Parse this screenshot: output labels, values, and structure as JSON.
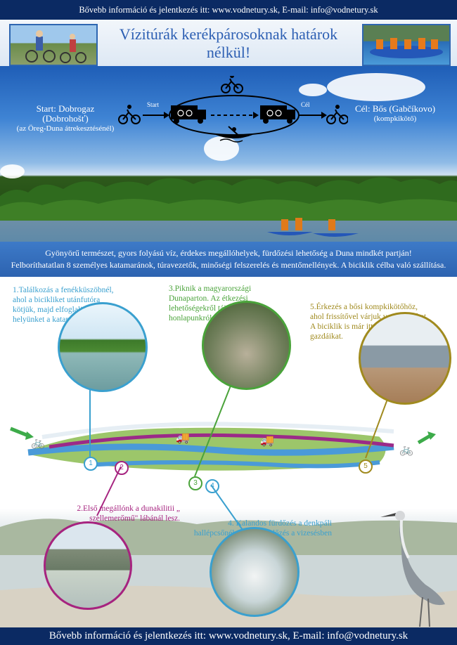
{
  "top_banner": {
    "text": "Bővebb információ és jelentkezés itt: www.vodnetury.sk, E-mail: info@vodnetury.sk"
  },
  "header": {
    "headline": "Vízitúrák kerékpárosoknak határok nélkül!"
  },
  "route": {
    "start_label": "Start:  Dobrogaz (Dobrohošť)",
    "start_sub": "(az Öreg-Duna átrekesztésénél)",
    "arrow_start": "Start",
    "arrow_end": "Cél",
    "end_label": "Cél: Bős (Gabčíkovo)",
    "end_sub": "(kompkikötő)"
  },
  "info_bar": {
    "line1": "Gyönyörű természet, gyors folyású víz, érdekes megállóhelyek, fürdőzési lehetőség a Duna mindkét partján!",
    "line2": "Felboríthatatlan 8 személyes katamaránok, túravezetők, minőségi felszerelés és mentőmellények. A biciklik célba való szállítása."
  },
  "stops": [
    {
      "number": "1",
      "text": "1.Találkozás a fenékküszöbnél, ahol a bicikliket utánfutóra kötjük, majd elfoglaljuk helyünket a katamaránokban.",
      "color": "#3aa0cf"
    },
    {
      "number": "2",
      "text": "2.Első megállónk a dunakilitii „ szellemerőmű\" lábánál lesz.",
      "color": "#a6237f"
    },
    {
      "number": "3",
      "text": "3.Piknik a magyarországi Dunaparton. Az étkezési lehetőségekről tájékozódjon a honlapunkról.",
      "color": "#4aa33a"
    },
    {
      "number": "4",
      "text": "4. Kalandos fürdőzés a denkpáli hallépcsőnél. Pezsgőfürdőzés a vizesésben",
      "color": "#3aa0cf"
    },
    {
      "number": "5",
      "text": "5.Érkezés a bősi kompkikötőhöz, ahol frissítővel várjuk vendégeinket. A biciklik is már itt várják gazdáikat.",
      "color": "#a08a1e"
    }
  ],
  "bottom_banner": {
    "text": "Bővebb információ és jelentkezés itt: www.vodnetury.sk, E-mail: info@vodnetury.sk"
  }
}
